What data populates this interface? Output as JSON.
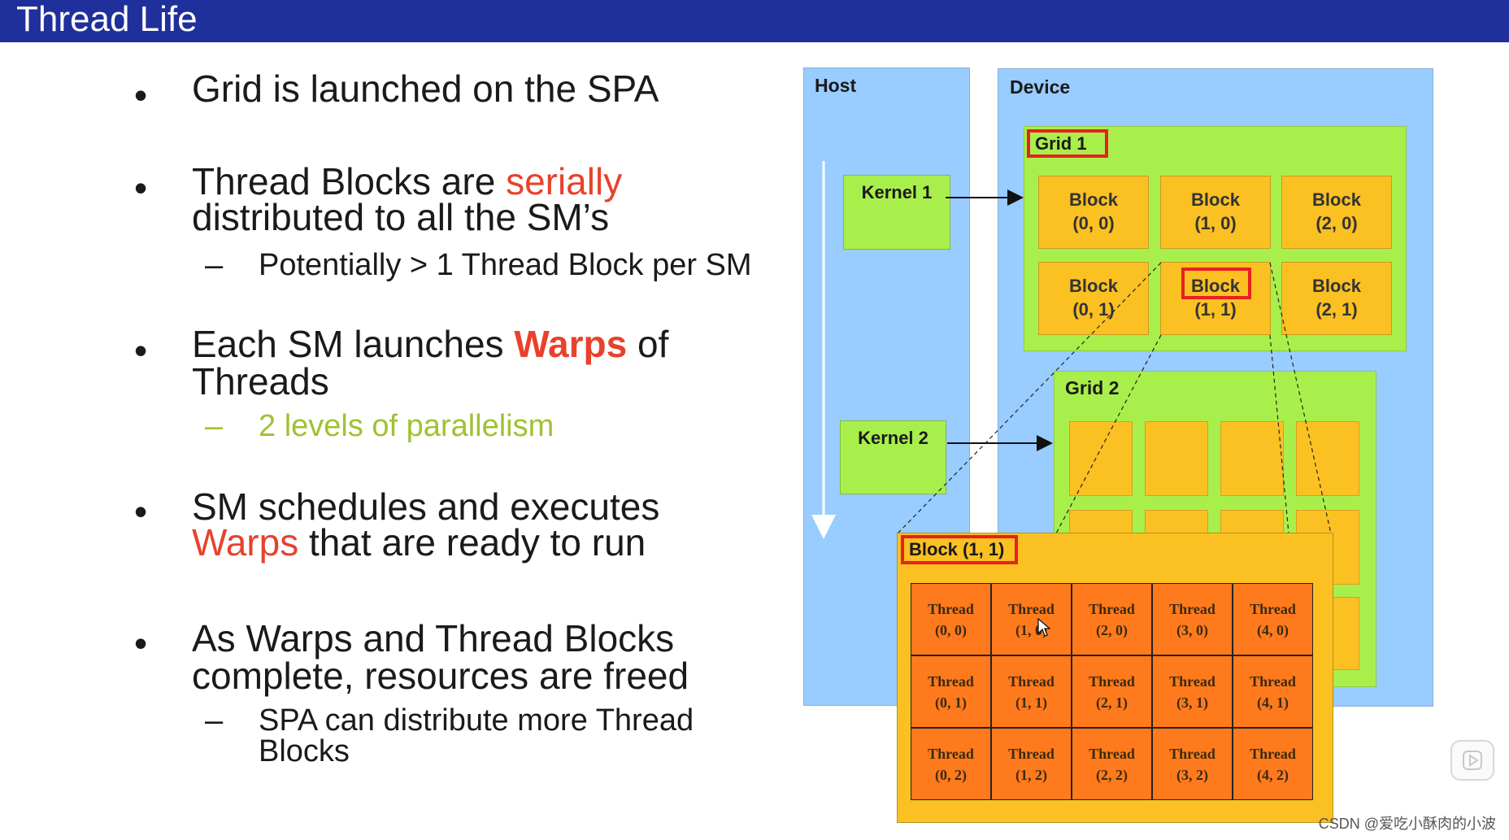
{
  "title": "Thread Life",
  "bullets": [
    {
      "parts": [
        {
          "text": "Grid is launched on the SPA"
        }
      ]
    },
    {
      "lines": [
        [
          {
            "text": "Thread Blocks are "
          },
          {
            "text": "serially",
            "style": "red"
          }
        ],
        [
          {
            "text": "distributed to all the SM’s"
          }
        ]
      ],
      "sub": [
        {
          "lines": [
            "Potentially > 1 Thread Block per SM"
          ]
        }
      ]
    },
    {
      "lines": [
        [
          {
            "text": "Each SM launches "
          },
          {
            "text": "Warps",
            "style": "red-bold"
          },
          {
            "text": " of"
          }
        ],
        [
          {
            "text": "Threads"
          }
        ]
      ],
      "sub": [
        {
          "lines": [
            "2 levels of parallelism"
          ],
          "style": "green"
        }
      ]
    },
    {
      "lines": [
        [
          {
            "text": "SM schedules and executes"
          }
        ],
        [
          {
            "text": "Warps",
            "style": "red"
          },
          {
            "text": " that are ready to run"
          }
        ]
      ]
    },
    {
      "lines": [
        [
          {
            "text": "As Warps and Thread Blocks"
          }
        ],
        [
          {
            "text": "complete, resources are freed"
          }
        ]
      ],
      "sub": [
        {
          "lines": [
            "SPA can distribute more Thread",
            "Blocks"
          ]
        }
      ]
    }
  ],
  "diagram": {
    "host_label": "Host",
    "device_label": "Device",
    "kernel1": "Kernel 1",
    "kernel2": "Kernel 2",
    "grid1_label": "Grid 1",
    "grid2_label": "Grid 2",
    "blocks": [
      [
        "Block",
        "(0, 0)"
      ],
      [
        "Block",
        "(1, 0)"
      ],
      [
        "Block",
        "(2, 0)"
      ],
      [
        "Block",
        "(0, 1)"
      ],
      [
        "Block",
        "(1, 1)"
      ],
      [
        "Block",
        "(2, 1)"
      ]
    ],
    "block_detail_label": "Block (1, 1)",
    "threads": [
      [
        "(0, 0)",
        "(1, 0)",
        "(2, 0)",
        "(3, 0)",
        "(4, 0)"
      ],
      [
        "(0, 1)",
        "(1, 1)",
        "(2, 1)",
        "(3, 1)",
        "(4, 1)"
      ],
      [
        "(0, 2)",
        "(1, 2)",
        "(2, 2)",
        "(3, 2)",
        "(4, 2)"
      ]
    ],
    "thread_word": "Thread"
  },
  "watermark": "CSDN @爱吃小酥肉的小波",
  "colors": {
    "title_bar": "#1f2f9b",
    "accent_red": "#e8412c",
    "accent_green": "#9fc233",
    "panel_blue": "#99ccff",
    "grid_green": "#a9ef4b",
    "block_yellow": "#fbc022",
    "thread_orange": "#ff7a1c"
  }
}
